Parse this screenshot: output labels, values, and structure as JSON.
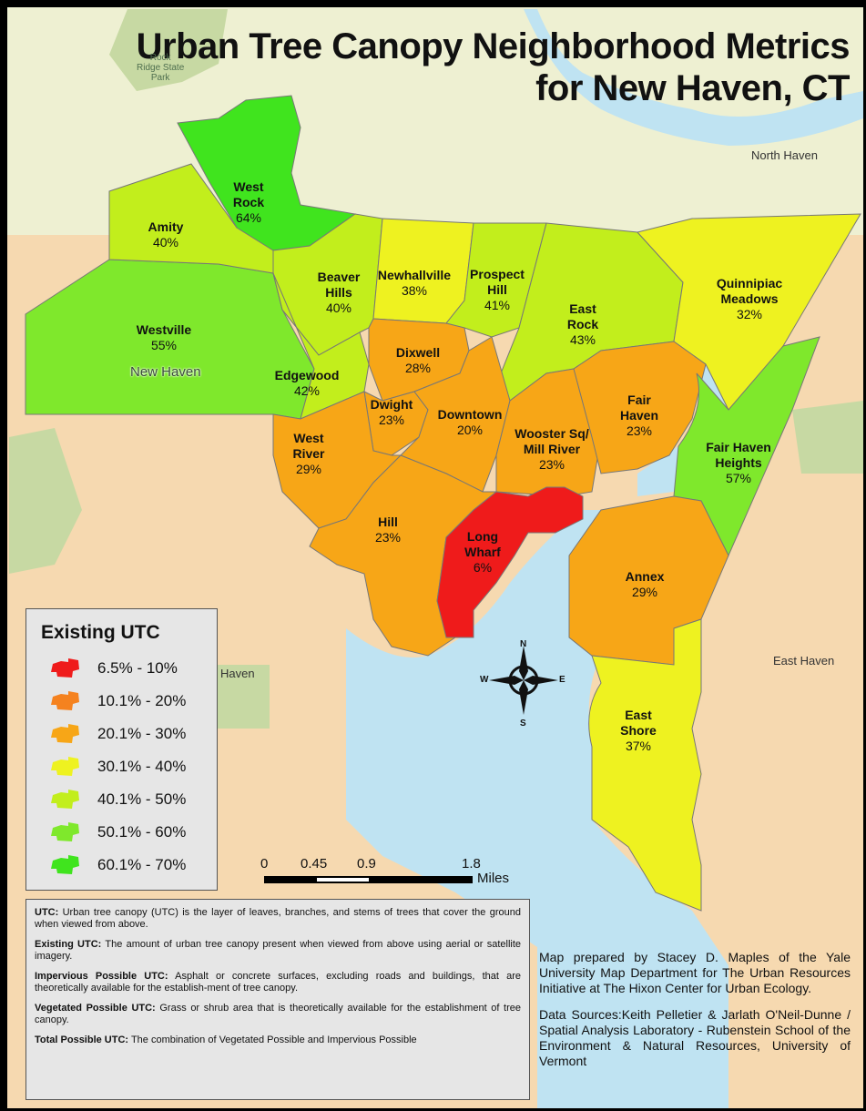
{
  "map": {
    "title_line1": "Urban Tree Canopy Neighborhood Metrics",
    "title_line2": "for New Haven, CT",
    "colors": {
      "water": "#bfe3f2",
      "land": "#f6d9b0",
      "park": "#c7d9a3",
      "border": "#000000",
      "class_1": "#ef1b1b",
      "class_2": "#f5821f",
      "class_3": "#f7a617",
      "class_4": "#eef220",
      "class_5": "#c2ee1c",
      "class_6": "#7fe82c",
      "class_7": "#40e41e"
    },
    "neighborhoods": [
      {
        "id": "west-rock",
        "name_l1": "West",
        "name_l2": "Rock",
        "pct": "64%"
      },
      {
        "id": "amity",
        "name_l1": "Amity",
        "name_l2": "",
        "pct": "40%"
      },
      {
        "id": "westville",
        "name_l1": "Westville",
        "name_l2": "",
        "pct": "55%"
      },
      {
        "id": "beaver-hills",
        "name_l1": "Beaver",
        "name_l2": "Hills",
        "pct": "40%"
      },
      {
        "id": "newhallville",
        "name_l1": "Newhallville",
        "name_l2": "",
        "pct": "38%"
      },
      {
        "id": "prospect-hill",
        "name_l1": "Prospect",
        "name_l2": "Hill",
        "pct": "41%"
      },
      {
        "id": "east-rock",
        "name_l1": "East",
        "name_l2": "Rock",
        "pct": "43%"
      },
      {
        "id": "quinnipiac-meadows",
        "name_l1": "Quinnipiac",
        "name_l2": "Meadows",
        "pct": "32%"
      },
      {
        "id": "edgewood",
        "name_l1": "Edgewood",
        "name_l2": "",
        "pct": "42%"
      },
      {
        "id": "dixwell",
        "name_l1": "Dixwell",
        "name_l2": "",
        "pct": "28%"
      },
      {
        "id": "dwight",
        "name_l1": "Dwight",
        "name_l2": "",
        "pct": "23%"
      },
      {
        "id": "downtown",
        "name_l1": "Downtown",
        "name_l2": "",
        "pct": "20%"
      },
      {
        "id": "wooster-sq",
        "name_l1": "Wooster Sq/",
        "name_l2": "Mill River",
        "pct": "23%"
      },
      {
        "id": "fair-haven",
        "name_l1": "Fair",
        "name_l2": "Haven",
        "pct": "23%"
      },
      {
        "id": "fair-haven-heights",
        "name_l1": "Fair Haven",
        "name_l2": "Heights",
        "pct": "57%"
      },
      {
        "id": "west-river",
        "name_l1": "West",
        "name_l2": "River",
        "pct": "29%"
      },
      {
        "id": "hill",
        "name_l1": "Hill",
        "name_l2": "",
        "pct": "23%"
      },
      {
        "id": "long-wharf",
        "name_l1": "Long",
        "name_l2": "Wharf",
        "pct": "6%"
      },
      {
        "id": "annex",
        "name_l1": "Annex",
        "name_l2": "",
        "pct": "29%"
      },
      {
        "id": "east-shore",
        "name_l1": "East",
        "name_l2": "Shore",
        "pct": "37%"
      }
    ],
    "places": {
      "new_haven": "New Haven",
      "north_haven": "North Haven",
      "east_haven": "East Haven",
      "west_haven_partial": "Haven",
      "park_line1": "Rock",
      "park_line2": "Ridge State",
      "park_line3": "Park"
    },
    "compass": {
      "n": "N",
      "s": "S",
      "e": "E",
      "w": "W"
    },
    "scale_bar": {
      "ticks": [
        "0",
        "0.45",
        "0.9",
        "1.8"
      ],
      "unit": "Miles"
    }
  },
  "legend": {
    "title": "Existing UTC",
    "items": [
      {
        "label": "6.5% - 10%",
        "color": "#ef1b1b"
      },
      {
        "label": "10.1% - 20%",
        "color": "#f5821f"
      },
      {
        "label": "20.1% - 30%",
        "color": "#f7a617"
      },
      {
        "label": "30.1% - 40%",
        "color": "#eef220"
      },
      {
        "label": "40.1% - 50%",
        "color": "#c2ee1c"
      },
      {
        "label": "50.1% - 60%",
        "color": "#7fe82c"
      },
      {
        "label": "60.1% - 70%",
        "color": "#40e41e"
      }
    ]
  },
  "definitions": [
    {
      "term": "UTC:",
      "text": "Urban tree canopy (UTC) is the layer of leaves, branches, and stems of trees that cover the ground when viewed from above."
    },
    {
      "term": "Existing UTC:",
      "text": "The amount of urban tree canopy present when viewed from above using aerial or satellite imagery."
    },
    {
      "term": "Impervious Possible UTC:",
      "text": "Asphalt or concrete surfaces, excluding roads and buildings, that are theoretically available for the establish-ment of tree canopy."
    },
    {
      "term": "Vegetated Possible UTC:",
      "text": "Grass or shrub area that is theoretically available for the establishment of tree canopy."
    },
    {
      "term": "Total Possible UTC:",
      "text": "The combination of Vegetated Possible and Impervious Possible"
    }
  ],
  "credits": {
    "prepared": "Map prepared by Stacey D. Maples of the Yale University Map Department for The Urban Resources Initiative at The Hixon Center for Urban Ecology.",
    "sources": "Data Sources:Keith Pelletier & Jarlath O'Neil-Dunne / Spatial Analysis Laboratory - Rubenstein School of the Environment & Natural Resources, University of Vermont"
  }
}
